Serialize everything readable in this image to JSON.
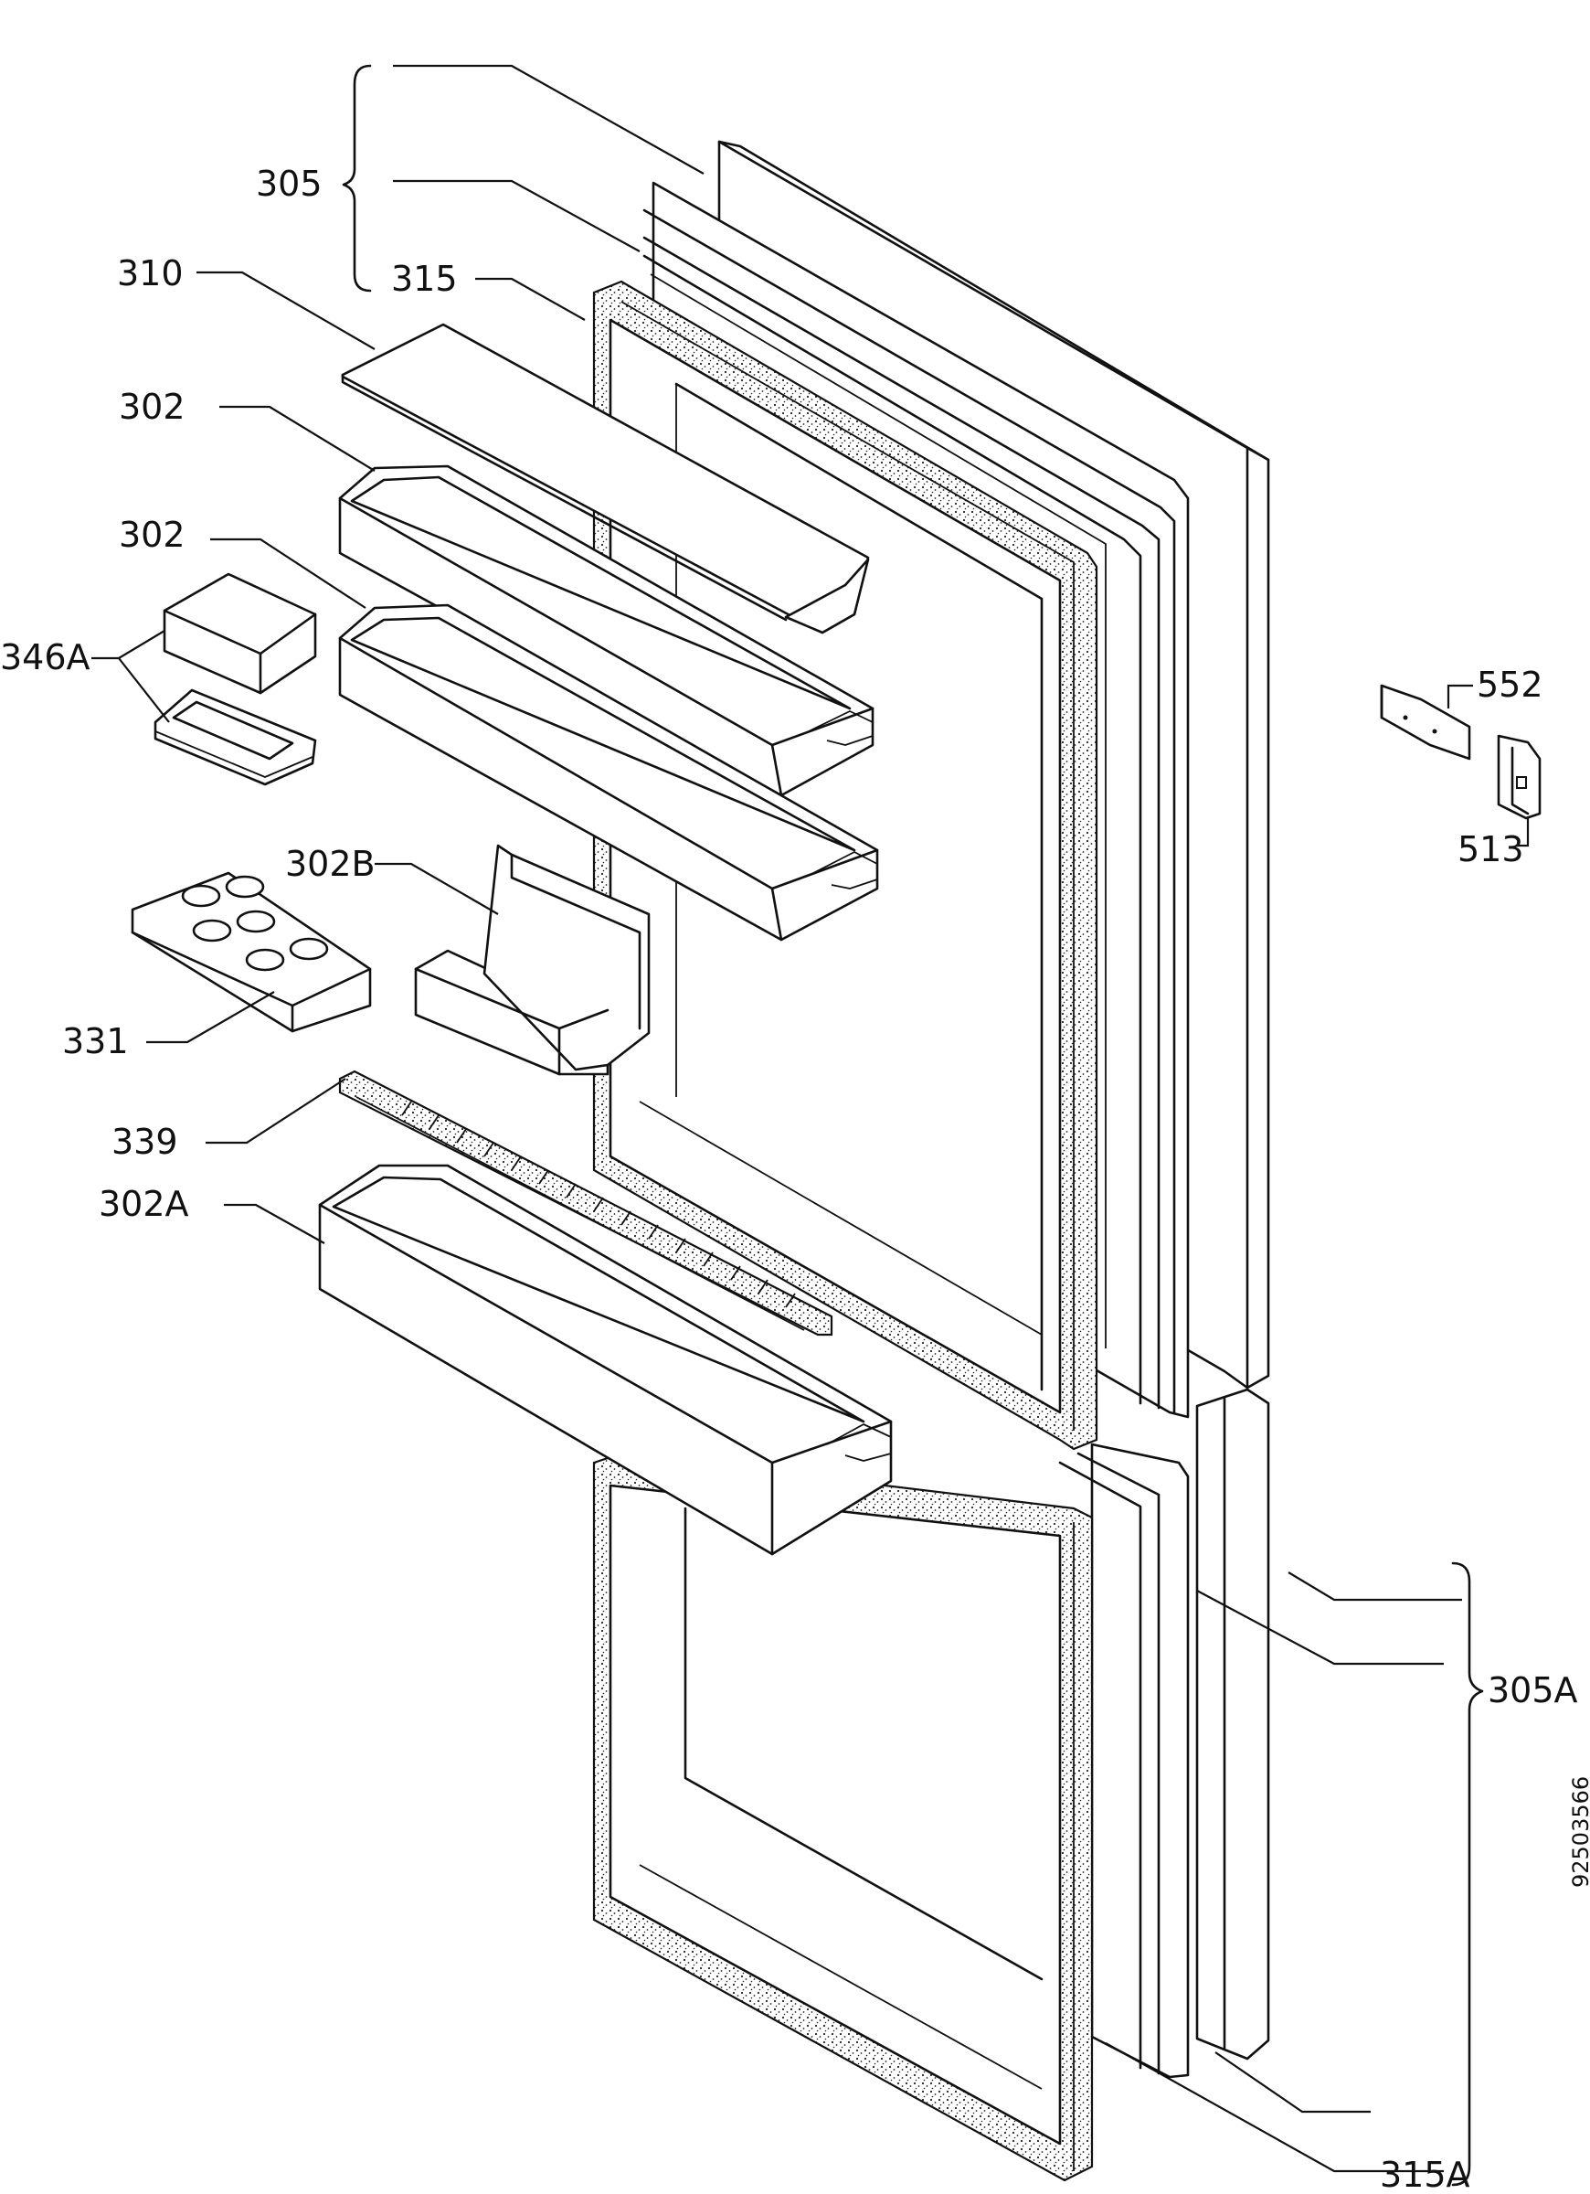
{
  "labels": {
    "l305": "305",
    "l315": "315",
    "l310": "310",
    "l302a": "302",
    "l302b": "302",
    "l346a": "346A",
    "l302B": "302B",
    "l331": "331",
    "l339": "339",
    "l302A": "302A",
    "l552": "552",
    "l513": "513",
    "l305A": "305A",
    "l315A": "315A"
  },
  "drawing_number": "92503566",
  "colors": {
    "ink": "#111111",
    "paper": "#ffffff"
  }
}
